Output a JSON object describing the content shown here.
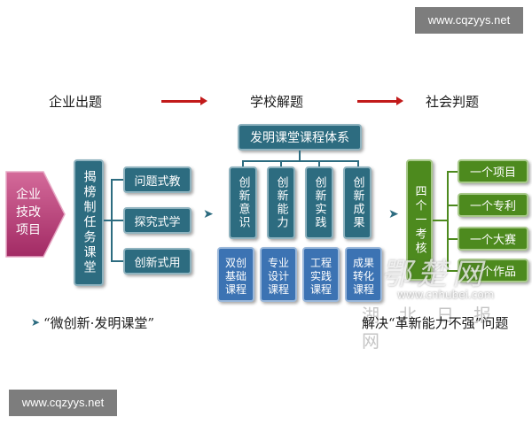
{
  "watermarks": {
    "top_right": "www.cqzyys.net",
    "bottom_left": "www.cqzyys.net",
    "hubei_logo": "鄂楚网",
    "hubei_url": "www.cnhubei.com",
    "hubei_name": "湖北日报网"
  },
  "stages": {
    "enterprise": "企业出题",
    "school": "学校解题",
    "society": "社会判题"
  },
  "source_box": {
    "line1": "企业",
    "line2": "技改",
    "line3": "项目"
  },
  "task_box": "揭榜制任务课堂",
  "teaching_methods": [
    "问题式教",
    "探究式学",
    "创新式用"
  ],
  "system_title": "发明课堂课程体系",
  "innovation_columns": [
    {
      "top": "创新意识",
      "bottom": [
        "双创",
        "基础",
        "课程"
      ]
    },
    {
      "top": "创新能力",
      "bottom": [
        "专业",
        "设计",
        "课程"
      ]
    },
    {
      "top": "创新实践",
      "bottom": [
        "工程",
        "实践",
        "课程"
      ]
    },
    {
      "top": "创新成果",
      "bottom": [
        "成果",
        "转化",
        "课程"
      ]
    }
  ],
  "assessment_box": "四个一考核",
  "assessment_items": [
    "一个项目",
    "一个专利",
    "一个大赛",
    "一个作品"
  ],
  "footer_left": "“微创新·发明课堂”",
  "footer_right": "解决“革新能力不强”问题",
  "colors": {
    "teal": "#2d6c80",
    "blue": "#3c73b3",
    "green": "#4d8a1e",
    "red": "#c21a1a",
    "source": "#b23a74"
  }
}
